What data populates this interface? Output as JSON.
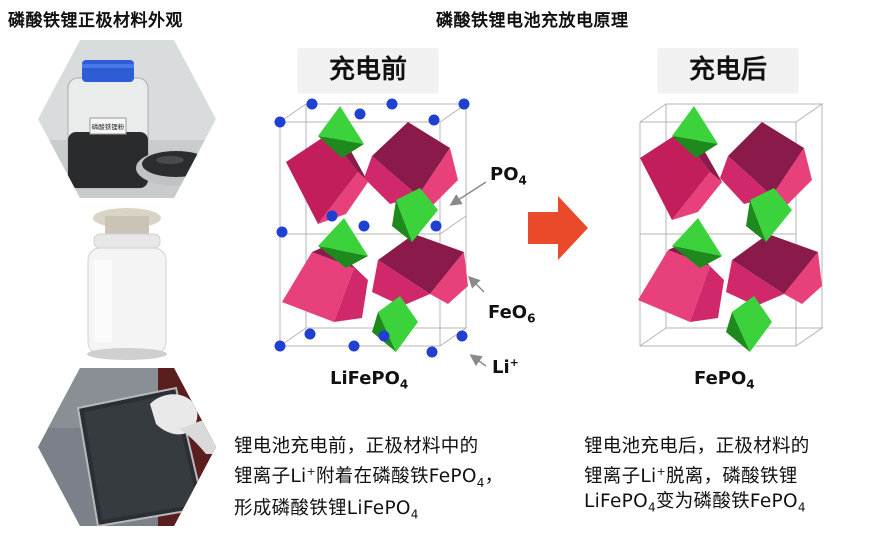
{
  "left_title": "磷酸铁锂正极材料外观",
  "right_title": "磷酸铁锂电池充放电原理",
  "before": {
    "label": "充电前",
    "formula": "LiFePO",
    "formula_sub": "4",
    "annotations": {
      "po4": "PO",
      "po4_sub": "4",
      "feo6": "FeO",
      "feo6_sub": "6",
      "li": "Li",
      "li_sup": "+"
    },
    "caption": {
      "line1": "锂电池充电前，正极材料中的",
      "line2_a": "锂离子Li",
      "line2_sup": "+",
      "line2_b": "附着在磷酸铁FePO",
      "line2_sub": "4",
      "line2_c": "，",
      "line3_a": "形成磷酸铁锂LiFePO",
      "line3_sub": "4"
    }
  },
  "after": {
    "label": "充电后",
    "formula": "FePO",
    "formula_sub": "4",
    "caption": {
      "line1": "锂电池充电后，正极材料的",
      "line2_a": "锂离子Li",
      "line2_sup": "+",
      "line2_b": "脱离，磷酸铁锂",
      "line3_a": "LiFePO",
      "line3_sub": "4",
      "line3_b": "变为磷酸铁FePO",
      "line3_sub2": "4"
    }
  },
  "photo_label_text": "磷酸铁锂粉",
  "colors": {
    "octahedron": "#e8407a",
    "octahedron_dark": "#8a1a4a",
    "tetrahedron": "#3cd23c",
    "tetrahedron_dark": "#1e8a1e",
    "lithium": "#2040d0",
    "arrow": "#e84a2a",
    "pointer": "#8a8a8a"
  },
  "icons": [
    "bottle-powder-photo",
    "white-powder-jar-photo",
    "electrode-sheet-photo",
    "right-arrow-icon"
  ]
}
